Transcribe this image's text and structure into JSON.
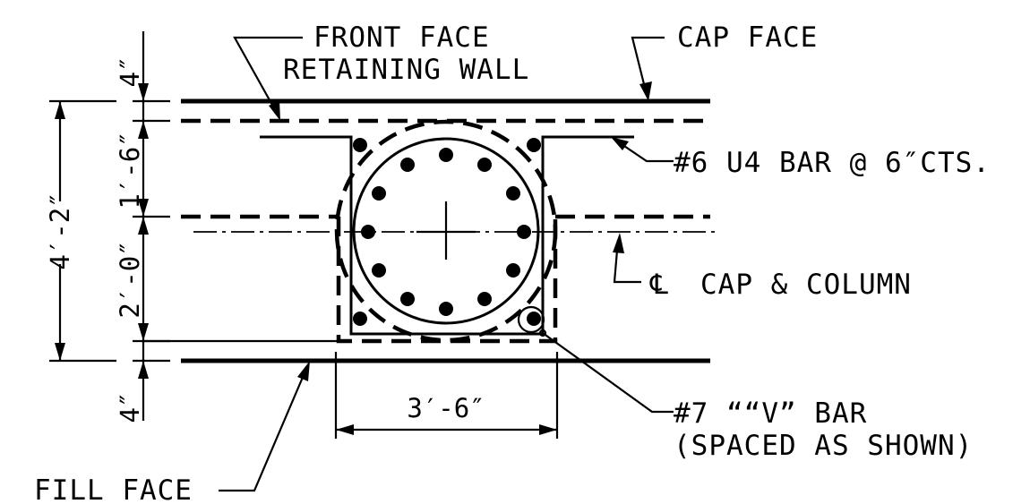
{
  "labels": {
    "front_face_line1": "FRONT FACE",
    "front_face_line2": "RETAINING WALL",
    "cap_face": "CAP FACE",
    "u4_bar": "#6 U4 BAR @ 6″CTS.",
    "cl_cap_column": "CAP & COLUMN",
    "cl_symbol": "℄",
    "v_bar_line1": "#7 ““V” BAR",
    "v_bar_line2": "(SPACED AS SHOWN)",
    "fill_face": "FILL FACE"
  },
  "dimensions": {
    "top_4in": "4″",
    "height_1_6": "1′-6″",
    "height_2_0": "2′-0″",
    "bottom_4in": "4″",
    "overall_4_2": "4′-2″",
    "width_3_6": "3′-6″"
  }
}
